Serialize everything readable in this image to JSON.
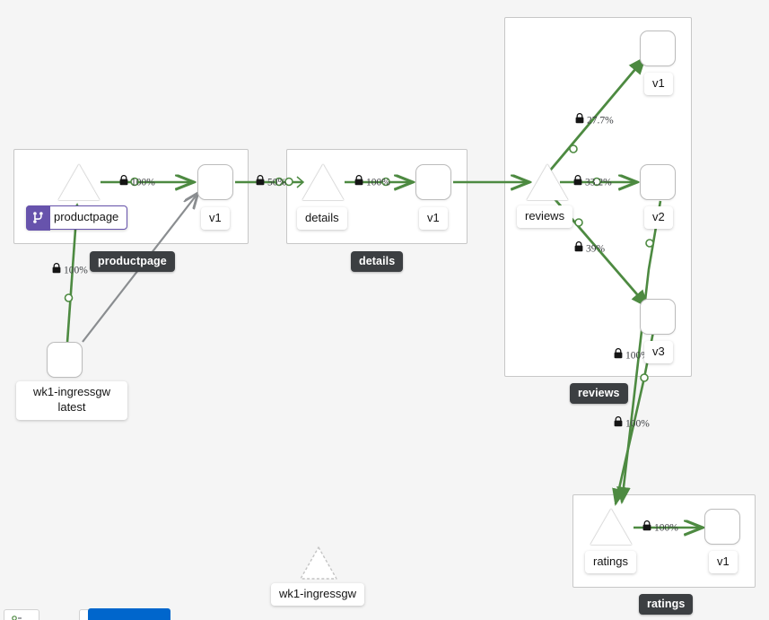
{
  "app": {
    "view": "service-mesh-graph",
    "background_color": "#f5f5f5",
    "healthy_edge_color": "#4d8a41",
    "idle_edge_color": "#8a8d90",
    "tag_background": "#3c3f42",
    "virtualservice_badge_color": "#6753ac"
  },
  "namespaces": [
    {
      "id": "productpage",
      "tag": "productpage"
    },
    {
      "id": "details",
      "tag": "details"
    },
    {
      "id": "reviews",
      "tag": "reviews"
    },
    {
      "id": "ratings",
      "tag": "ratings"
    }
  ],
  "nodes": [
    {
      "id": "svc-productpage",
      "label": "productpage",
      "shape": "triangle",
      "badge": "virtualservice-icon"
    },
    {
      "id": "wl-productpage-v1",
      "label": "v1",
      "shape": "rounded-box"
    },
    {
      "id": "wl-ingressgw",
      "label": "wk1-ingressgw",
      "label2": "latest",
      "shape": "rounded-box"
    },
    {
      "id": "svc-details",
      "label": "details",
      "shape": "triangle"
    },
    {
      "id": "wl-details-v1",
      "label": "v1",
      "shape": "rounded-box"
    },
    {
      "id": "svc-reviews",
      "label": "reviews",
      "shape": "triangle"
    },
    {
      "id": "wl-reviews-v1",
      "label": "v1",
      "shape": "rounded-box"
    },
    {
      "id": "wl-reviews-v2",
      "label": "v2",
      "shape": "rounded-box"
    },
    {
      "id": "wl-reviews-v3",
      "label": "v3",
      "shape": "rounded-box"
    },
    {
      "id": "svc-ratings",
      "label": "ratings",
      "shape": "triangle"
    },
    {
      "id": "wl-ratings-v1",
      "label": "v1",
      "shape": "rounded-box"
    },
    {
      "id": "svc-ingressgw",
      "label": "wk1-ingressgw",
      "shape": "triangle-dashed"
    }
  ],
  "edges": [
    {
      "id": "e-ingressgw-productpage",
      "source": "wl-ingressgw",
      "target": "svc-productpage",
      "label": "100%",
      "mtls": true,
      "status": "healthy"
    },
    {
      "id": "e-productpage-v1",
      "source": "svc-productpage",
      "target": "wl-productpage-v1",
      "label": "100%",
      "mtls": true,
      "status": "healthy"
    },
    {
      "id": "e-ingressgw-ppv1",
      "source": "wl-ingressgw",
      "target": "wl-productpage-v1",
      "label": "",
      "mtls": false,
      "status": "idle"
    },
    {
      "id": "e-ppv1-details",
      "source": "wl-productpage-v1",
      "target": "svc-details",
      "label": "50%",
      "mtls": true,
      "status": "healthy"
    },
    {
      "id": "e-details-v1",
      "source": "svc-details",
      "target": "wl-details-v1",
      "label": "100%",
      "mtls": true,
      "status": "healthy"
    },
    {
      "id": "e-detailsv1-reviews",
      "source": "wl-details-v1",
      "target": "svc-reviews",
      "label": "",
      "mtls": false,
      "status": "healthy"
    },
    {
      "id": "e-reviews-v1",
      "source": "svc-reviews",
      "target": "wl-reviews-v1",
      "label": "27.7%",
      "mtls": true,
      "status": "healthy"
    },
    {
      "id": "e-reviews-v2",
      "source": "svc-reviews",
      "target": "wl-reviews-v2",
      "label": "33.2%",
      "mtls": true,
      "status": "healthy"
    },
    {
      "id": "e-reviews-v3",
      "source": "svc-reviews",
      "target": "wl-reviews-v3",
      "label": "39%",
      "mtls": true,
      "status": "healthy"
    },
    {
      "id": "e-reviewsv3-ratings",
      "source": "wl-reviews-v3",
      "target": "svc-ratings",
      "label": "100%",
      "mtls": true,
      "status": "healthy"
    },
    {
      "id": "e-reviewsv2-ratings",
      "source": "wl-reviews-v2",
      "target": "svc-ratings",
      "label": "100%",
      "mtls": true,
      "status": "healthy"
    },
    {
      "id": "e-ratings-v1",
      "source": "svc-ratings",
      "target": "wl-ratings-v1",
      "label": "100%",
      "mtls": true,
      "status": "healthy"
    }
  ],
  "bottom_toolbar": {
    "legend_chip": "",
    "zoom_chip": "",
    "primary_button": ""
  }
}
